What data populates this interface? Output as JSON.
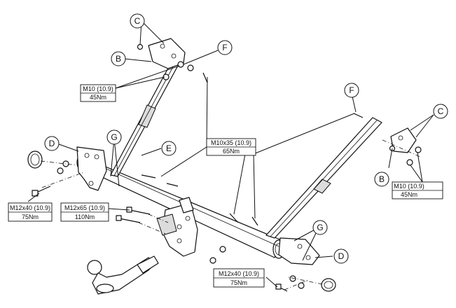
{
  "callouts": {
    "c_top": "C",
    "b_top": "B",
    "f_top": "F",
    "f_right": "F",
    "c_right": "C",
    "b_right": "B",
    "d_left": "D",
    "g_left": "G",
    "e_mid": "E",
    "g_right": "G",
    "d_right": "D"
  },
  "specs": {
    "m10_top": {
      "bolt": "M10 (10.9)",
      "torque": "45Nm"
    },
    "m10_right": {
      "bolt": "M10 (10.9)",
      "torque": "45Nm"
    },
    "m10x35": {
      "bolt": "M10x35 (10.9)",
      "torque": "65Nm"
    },
    "m12x40_left": {
      "bolt": "M12x40 (10.9)",
      "torque": "75Nm"
    },
    "m12x65": {
      "bolt": "M12x65 (10.9)",
      "torque": "110Nm"
    },
    "m12x40_bottom": {
      "bolt": "M12x40 (10.9)",
      "torque": "75Nm"
    }
  }
}
